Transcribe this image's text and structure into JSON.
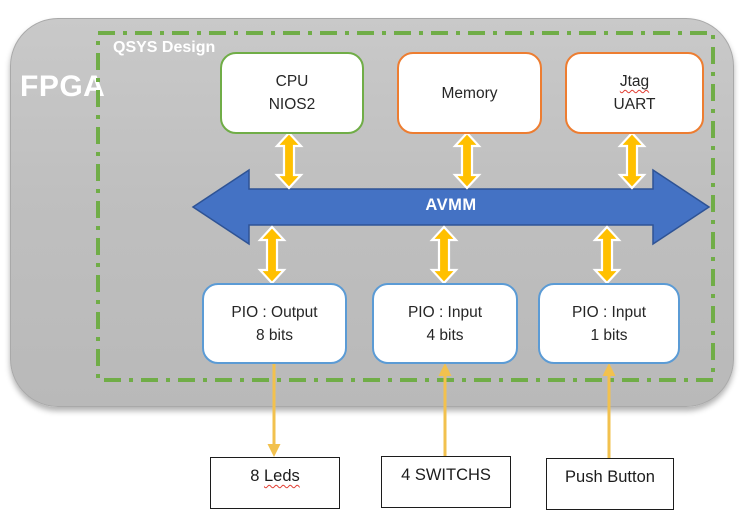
{
  "fpga": {
    "label": "FPGA"
  },
  "qsys": {
    "label": "QSYS Design"
  },
  "bus": {
    "label": "AVMM"
  },
  "blocks": {
    "cpu": {
      "line1": "CPU",
      "line2": "NIOS2"
    },
    "memory": {
      "line1": "Memory"
    },
    "jtag": {
      "line1": "Jtag",
      "line2": "UART"
    },
    "pio_output": {
      "line1": "PIO : Output",
      "line2": "8 bits"
    },
    "pio_input4": {
      "line1": "PIO : Input",
      "line2": "4 bits"
    },
    "pio_input1": {
      "line1": "PIO : Input",
      "line2": "1 bits"
    }
  },
  "external": {
    "leds": {
      "prefix": "8 ",
      "word": "Leds"
    },
    "switches": {
      "label": "4 SWITCHS"
    },
    "push_button": {
      "label": "Push Button"
    }
  },
  "connectors": [
    {
      "from": "PIO : Output 8 bits",
      "to": "8 Leds",
      "direction": "down"
    },
    {
      "from": "4 SWITCHS",
      "to": "PIO : Input 4 bits",
      "direction": "up"
    },
    {
      "from": "Push Button",
      "to": "PIO : Input 1 bits",
      "direction": "up"
    }
  ],
  "colors": {
    "fpga_gray": "#BFBFBF",
    "qsys_green": "#70AD47",
    "cpu_border_green": "#70AD47",
    "memory_border_orange": "#ED7D31",
    "pio_border_blue": "#5B9BD5",
    "bus_blue": "#4472C4",
    "bidir_arrow_gold": "#FFC000",
    "connector_gold": "#F2C14E",
    "squiggle_red": "#E03C31"
  }
}
